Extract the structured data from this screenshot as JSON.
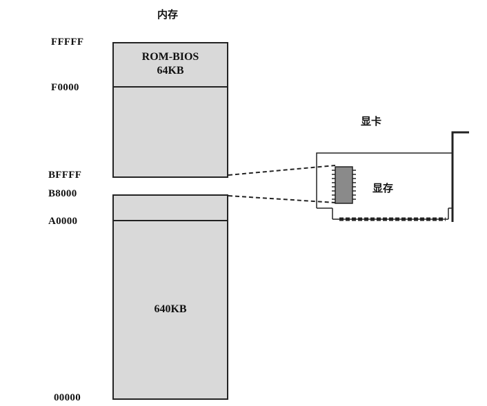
{
  "memory": {
    "title": "内存",
    "addresses": {
      "fffff": "FFFFF",
      "f0000": "F0000",
      "bffff": "BFFFF",
      "b8000": "B8000",
      "a0000": "A0000",
      "zero": "00000"
    },
    "rom_bios": {
      "name": "ROM-BIOS",
      "size": "64KB"
    },
    "conventional": {
      "size": "640KB"
    }
  },
  "video_card": {
    "title": "显卡",
    "vram_label": "显存"
  }
}
